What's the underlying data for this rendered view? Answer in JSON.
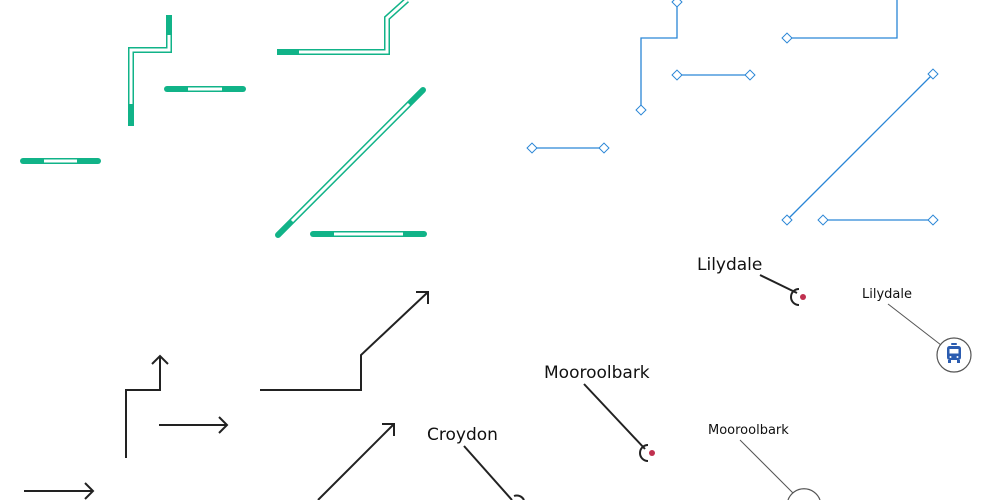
{
  "colors": {
    "green": "#11b388",
    "green_light": "#ffffff",
    "blue": "#2a86d6",
    "dark": "#222222",
    "marker": "#c0304f",
    "stop_ring": "#555555",
    "tram_icon": "#2b5cb0"
  },
  "labels": {
    "lilydale_large": "Lilydale",
    "lilydale_small": "Lilydale",
    "mooroolbark_large": "Mooroolbark",
    "mooroolbark_small": "Mooroolbark",
    "croydon": "Croydon"
  },
  "icons": {
    "tram": "tram-icon",
    "arrow": "arrow-head-icon",
    "diamond": "diamond-vertex-icon",
    "stop": "stop-marker-icon"
  }
}
